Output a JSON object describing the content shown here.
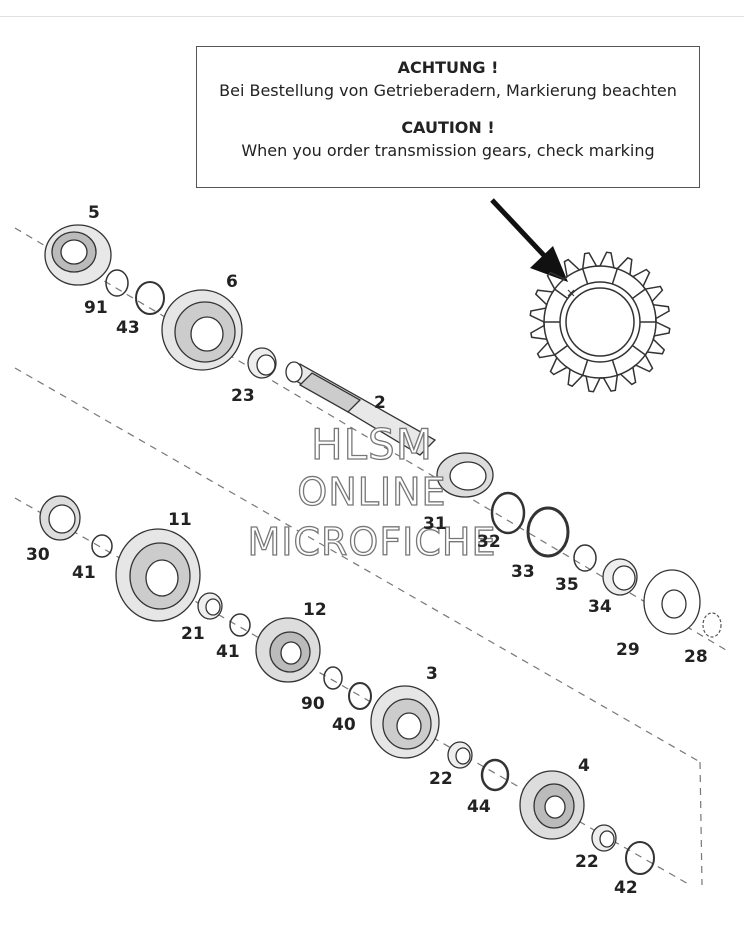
{
  "notice": {
    "line1": "ACHTUNG !",
    "line2": "Bei Bestellung von Getrieberadern, Markierung beachten",
    "line3": "CAUTION !",
    "line4": "When you order transmission gears, check marking"
  },
  "watermark": {
    "line1": "HLSM",
    "line2": "ONLINE",
    "line3": "MICROFICHE"
  },
  "part_labels": {
    "p5": "5",
    "p91": "91",
    "p43": "43",
    "p6": "6",
    "p23": "23",
    "p2": "2",
    "p31": "31",
    "p32": "32",
    "p33": "33",
    "p35": "35",
    "p34": "34",
    "p29": "29",
    "p28": "28",
    "p30": "30",
    "p41a": "41",
    "p11": "11",
    "p21": "21",
    "p41b": "41",
    "p12": "12",
    "p90": "90",
    "p40": "40",
    "p3": "3",
    "p22a": "22",
    "p44": "44",
    "p4": "4",
    "p22b": "22",
    "p42": "42"
  }
}
